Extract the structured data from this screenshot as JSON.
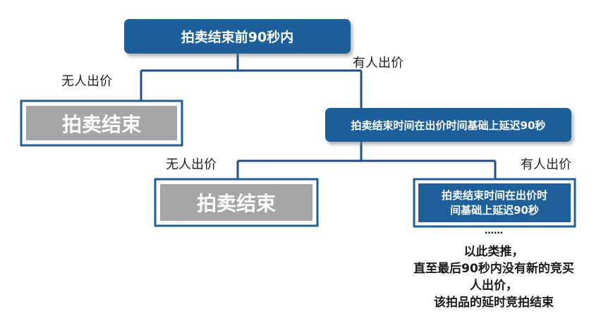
{
  "nodes": {
    "root": "拍卖结束前90秒内",
    "end_1": "拍卖结束",
    "extend_1": "拍卖结束时间在出价时间基础上延迟90秒",
    "end_2": "拍卖结束",
    "extend_2_line1": "拍卖结束时间在出价时",
    "extend_2_line2": "间基础上延迟90秒"
  },
  "edges": {
    "no_bid_1": "无人出价",
    "bid_1": "有人出价",
    "no_bid_2": "无人出价",
    "bid_2": "有人出价"
  },
  "note": {
    "line1": "……",
    "line2": "以此类推，",
    "line3": "直至最后90秒内没有新的竞买",
    "line4": "人出价，",
    "line5": "该拍品的延时竞拍结束"
  },
  "colors": {
    "primary_blue": "#1f5f9a",
    "grey_box": "#a6a6a6",
    "connector": "#1f4f84"
  }
}
